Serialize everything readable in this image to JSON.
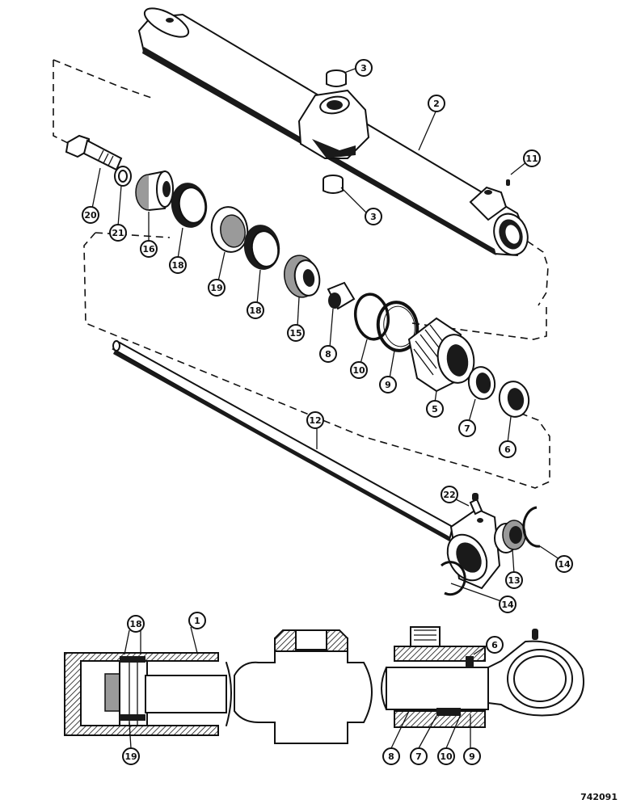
{
  "diagram": {
    "drawing_number": "742091",
    "callouts": [
      {
        "id": "c2",
        "label": "2"
      },
      {
        "id": "c3a",
        "label": "3"
      },
      {
        "id": "c3b",
        "label": "3"
      },
      {
        "id": "c11",
        "label": "11"
      },
      {
        "id": "c20",
        "label": "20"
      },
      {
        "id": "c21",
        "label": "21"
      },
      {
        "id": "c16",
        "label": "16"
      },
      {
        "id": "c18a",
        "label": "18"
      },
      {
        "id": "c19a",
        "label": "19"
      },
      {
        "id": "c18b",
        "label": "18"
      },
      {
        "id": "c15",
        "label": "15"
      },
      {
        "id": "c8a",
        "label": "8"
      },
      {
        "id": "c10a",
        "label": "10"
      },
      {
        "id": "c9a",
        "label": "9"
      },
      {
        "id": "c5",
        "label": "5"
      },
      {
        "id": "c7a",
        "label": "7"
      },
      {
        "id": "c6a",
        "label": "6"
      },
      {
        "id": "c12",
        "label": "12"
      },
      {
        "id": "c22",
        "label": "22"
      },
      {
        "id": "c14a",
        "label": "14"
      },
      {
        "id": "c13",
        "label": "13"
      },
      {
        "id": "c14b",
        "label": "14"
      },
      {
        "id": "c18c",
        "label": "18"
      },
      {
        "id": "c1",
        "label": "1"
      },
      {
        "id": "c6b",
        "label": "6"
      },
      {
        "id": "c19b",
        "label": "19"
      },
      {
        "id": "c8b",
        "label": "8"
      },
      {
        "id": "c7b",
        "label": "7"
      },
      {
        "id": "c10b",
        "label": "10"
      },
      {
        "id": "c9b",
        "label": "9"
      }
    ]
  }
}
